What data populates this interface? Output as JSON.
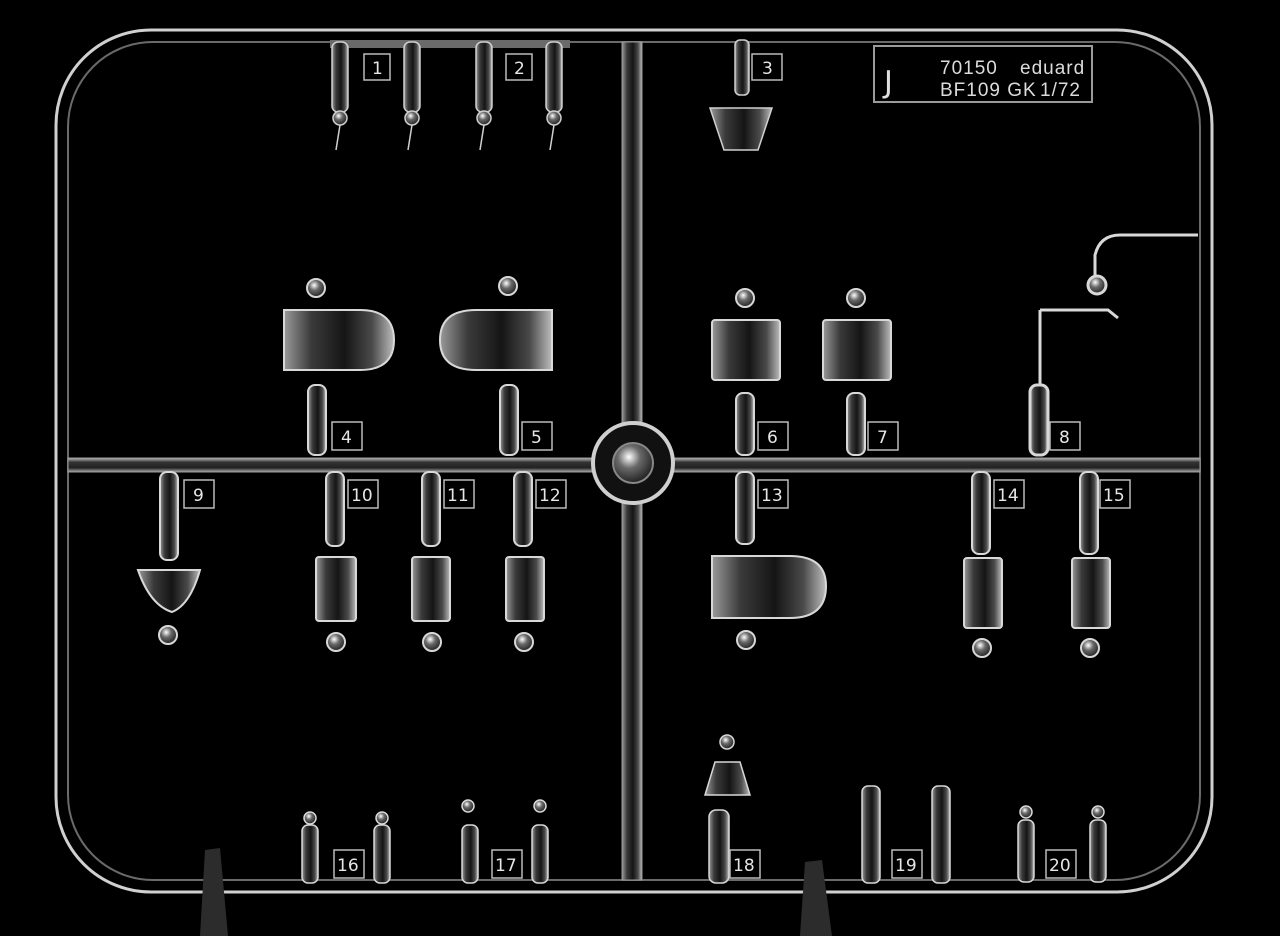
{
  "sprue": {
    "letter": "J",
    "code": "70150",
    "brand": "eduard",
    "model": "BF109 GK",
    "scale": "1/72"
  },
  "part_numbers": [
    "1",
    "2",
    "3",
    "4",
    "5",
    "6",
    "7",
    "8",
    "9",
    "10",
    "11",
    "12",
    "13",
    "14",
    "15",
    "16",
    "17",
    "18",
    "19",
    "20"
  ],
  "colors": {
    "background": "#000000",
    "plastic_edge": "#d8d8d8",
    "plastic_fill": "#2a2a2a",
    "label_box": "#bbbbbb"
  }
}
